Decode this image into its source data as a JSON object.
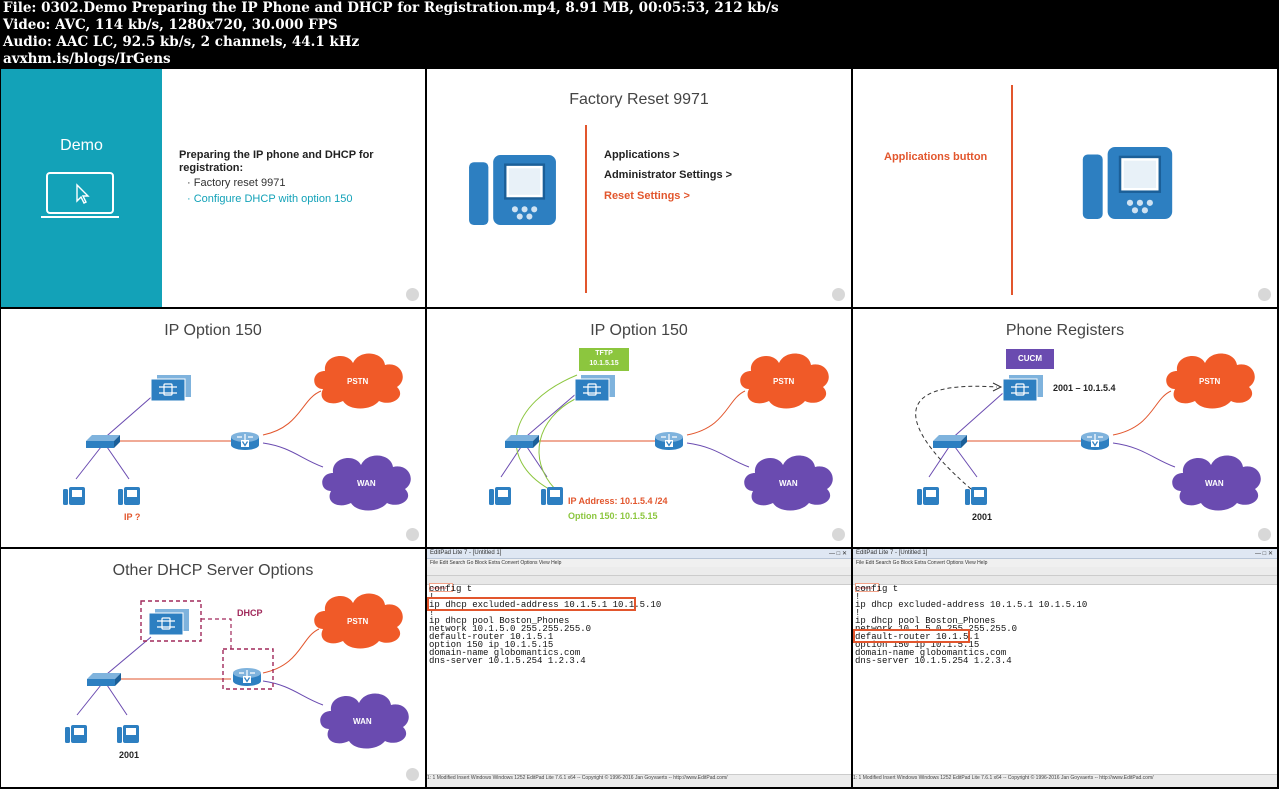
{
  "header": {
    "line1": "File: 0302.Demo Preparing the IP Phone and DHCP for Registration.mp4, 8.91 MB, 00:05:53, 212 kb/s",
    "line2": "Video: AVC, 114 kb/s, 1280x720, 30.000 FPS",
    "line3": "Audio: AAC LC, 92.5 kb/s, 2 channels, 44.1 kHz",
    "line4": "avxhm.is/blogs/IrGens"
  },
  "colors": {
    "teal": "#13a2b8",
    "orange": "#e2562d",
    "purple": "#6a4bb0",
    "green": "#8cc63e",
    "blue": "#2d7fc1"
  },
  "demo": {
    "panel_title": "Demo",
    "heading": "Preparing the IP phone and DHCP for registration:",
    "bullet1": "Factory reset 9971",
    "bullet2": "Configure DHCP with option 150",
    "icon": "laptop-cursor-icon"
  },
  "reset": {
    "title": "Factory Reset 9971",
    "step1": "Applications >",
    "step2": "Administrator Settings >",
    "step3": "Reset Settings >",
    "icon": "ip-phone-icon"
  },
  "apps": {
    "label": "Applications button",
    "icon": "ip-phone-icon"
  },
  "opt1": {
    "title": "IP Option 150",
    "pstn": "PSTN",
    "wan": "WAN",
    "ip_q": "IP ?"
  },
  "opt2": {
    "title": "IP Option 150",
    "tftp1": "TFTP",
    "tftp2": "10.1.5.15",
    "pstn": "PSTN",
    "wan": "WAN",
    "ipaddr": "IP Address: 10.1.5.4 /24",
    "option150": "Option 150: 10.1.5.15"
  },
  "reg": {
    "title": "Phone Registers",
    "cucm": "CUCM",
    "map": "2001 – 10.1.5.4",
    "pstn": "PSTN",
    "wan": "WAN",
    "ext": "2001"
  },
  "other": {
    "title": "Other DHCP Server Options",
    "dhcp": "DHCP",
    "pstn": "PSTN",
    "wan": "WAN",
    "ext": "2001"
  },
  "editor1": {
    "titlebar": "EditPad Lite 7 - [Untitled 1]",
    "menu": "File  Edit  Search  Go  Block  Extra  Convert  Options  View  Help",
    "tab": "Untitled 1",
    "code": "config t\n!\nip dhcp excluded-address 10.1.5.1 10.1.5.10\n!\nip dhcp pool Boston_Phones\nnetwork 10.1.5.0 255.255.255.0\ndefault-router 10.1.5.1\noption 150 ip 10.1.5.15\ndomain-name globomantics.com\ndns-server 10.1.5.254 1.2.3.4",
    "status": "1: 1   Modified   Insert   Windows   Windows 1252   EditPad Lite 7.6.1 x64 -- Copyright © 1996-2016  Jan Goyvaerts -- http://www.EditPad.com/"
  },
  "editor2": {
    "titlebar": "EditPad Lite 7 - [Untitled 1]",
    "menu": "File  Edit  Search  Go  Block  Extra  Convert  Options  View  Help",
    "tab": "Untitled 1",
    "code": "config t\n!\nip dhcp excluded-address 10.1.5.1 10.1.5.10\n!\nip dhcp pool Boston_Phones\nnetwork 10.1.5.0 255.255.255.0\ndefault-router 10.1.5.1\noption 150 ip 10.1.5.15\ndomain-name globomantics.com\ndns-server 10.1.5.254 1.2.3.4",
    "status": "1: 1   Modified   Insert   Windows   Windows 1252   EditPad Lite 7.6.1 x64 -- Copyright © 1996-2016  Jan Goyvaerts -- http://www.EditPad.com/"
  }
}
